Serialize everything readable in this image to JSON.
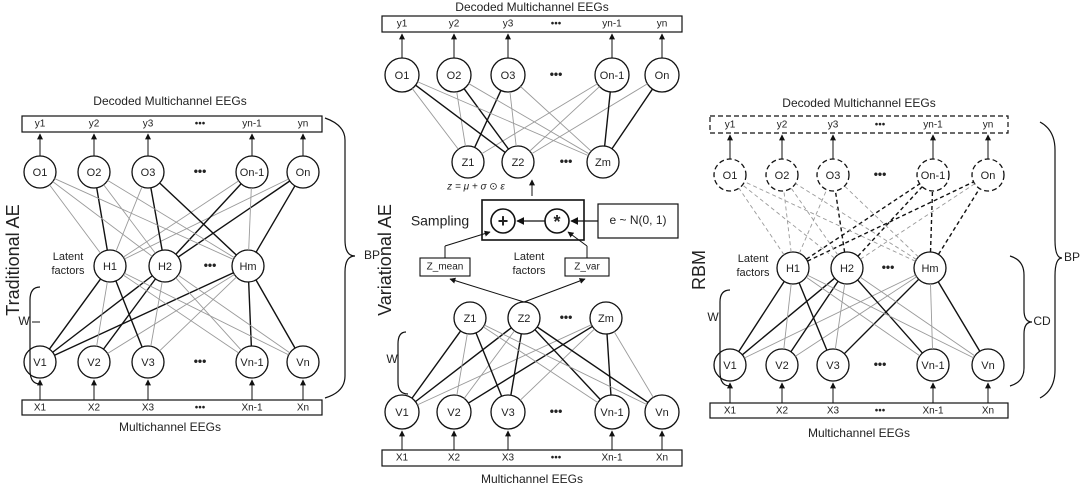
{
  "colors": {
    "accent_red": "#c0282d",
    "stroke": "#111111",
    "light_line": "#9a9a9a"
  },
  "traditional_ae": {
    "side_label": "Traditional AE",
    "decoded_title": "Decoded Multichannel EEGs",
    "input_title": "Multichannel EEGs",
    "latent_label": [
      "Latent",
      "factors"
    ],
    "w_label": "W",
    "bp_label": "BP",
    "outputs": [
      "y1",
      "y2",
      "y3",
      "•••",
      "yn-1",
      "yn"
    ],
    "output_nodes": [
      "O1",
      "O2",
      "O3",
      "•••",
      "On-1",
      "On"
    ],
    "hidden_nodes": [
      "H1",
      "H2",
      "•••",
      "Hm"
    ],
    "visible_nodes": [
      "V1",
      "V2",
      "V3",
      "•••",
      "Vn-1",
      "Vn"
    ],
    "inputs": [
      "X1",
      "X2",
      "X3",
      "•••",
      "Xn-1",
      "Xn"
    ]
  },
  "variational_ae": {
    "side_label": "Variational AE",
    "decoded_title": "Decoded Multichannel EEGs",
    "input_title": "Multichannel EEGs",
    "outputs": [
      "y1",
      "y2",
      "y3",
      "•••",
      "yn-1",
      "yn"
    ],
    "output_nodes": [
      "O1",
      "O2",
      "O3",
      "•••",
      "On-1",
      "On"
    ],
    "z_top_nodes": [
      "Z1",
      "Z2",
      "•••",
      "Zm"
    ],
    "formula": "z = μ + σ ⊙ ε",
    "sampling_label": "Sampling",
    "plus_symbol": "+",
    "times_symbol": "*",
    "noise_label": "e ~ N(0, 1)",
    "z_mean_label": "Z_mean",
    "z_var_label": "Z_var",
    "latent_label": [
      "Latent",
      "factors"
    ],
    "z_bottom_nodes": [
      "Z1",
      "Z2",
      "•••",
      "Zm"
    ],
    "w_label": "W",
    "visible_nodes": [
      "V1",
      "V2",
      "V3",
      "•••",
      "Vn-1",
      "Vn"
    ],
    "inputs": [
      "X1",
      "X2",
      "X3",
      "•••",
      "Xn-1",
      "Xn"
    ]
  },
  "rbm": {
    "side_label": "RBM",
    "decoded_title": "Decoded Multichannel EEGs",
    "input_title": "Multichannel EEGs",
    "latent_label": [
      "Latent",
      "factors"
    ],
    "w_label": "W",
    "bp_label": "BP",
    "cd_label": "CD",
    "outputs": [
      "y1",
      "y2",
      "y3",
      "•••",
      "yn-1",
      "yn"
    ],
    "output_nodes": [
      "O1",
      "O2",
      "O3",
      "•••",
      "On-1",
      "On"
    ],
    "hidden_nodes": [
      "H1",
      "H2",
      "•••",
      "Hm"
    ],
    "visible_nodes": [
      "V1",
      "V2",
      "V3",
      "•••",
      "Vn-1",
      "Vn"
    ],
    "inputs": [
      "X1",
      "X2",
      "X3",
      "•••",
      "Xn-1",
      "Xn"
    ]
  }
}
